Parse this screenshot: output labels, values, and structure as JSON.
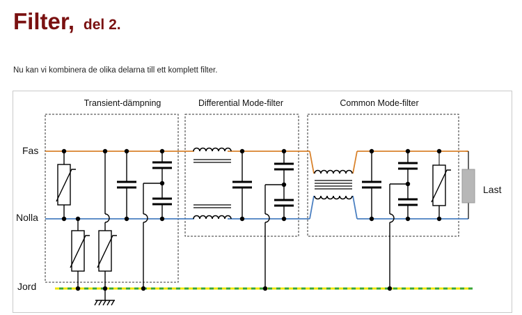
{
  "header": {
    "title_main": "Filter,",
    "title_sub": "del 2.",
    "intro": "Nu kan vi kombinera de olika delarna till ett komplett filter."
  },
  "diagram": {
    "sections": {
      "transient": "Transient-dämpning",
      "differential": "Differential Mode-filter",
      "common": "Common Mode-filter"
    },
    "lines": {
      "fas": "Fas",
      "nolla": "Nolla",
      "jord": "Jord"
    },
    "load": "Last",
    "colors": {
      "fas": "#d9822b",
      "nolla": "#4a7fc1",
      "jord_green": "#3aa635",
      "jord_yellow": "#f2e600",
      "load": "#b7b7b7",
      "title": "#7a1111"
    }
  }
}
